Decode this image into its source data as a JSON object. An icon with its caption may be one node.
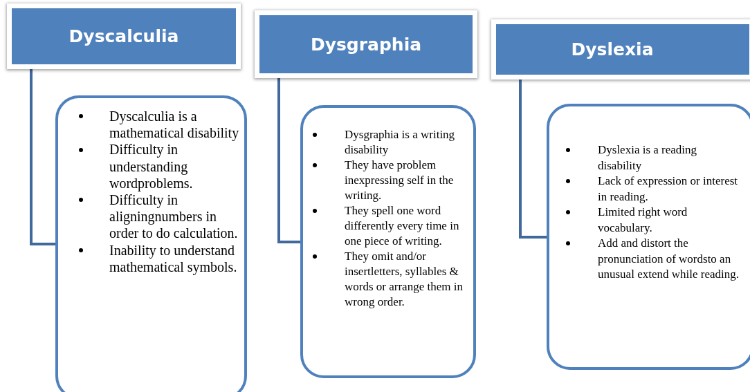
{
  "diagram": {
    "nodes": [
      {
        "text": [
          "Dyscalculia"
        ]
      },
      {
        "text": [
          "Dyscalculia is a mathematical disability",
          "Difficulty in understanding wordproblems.",
          "Difficulty in aligningnumbers in order to do calculation.",
          "Inability to understand mathematical symbols."
        ]
      },
      {
        "text": [
          "Dysgraphia"
        ]
      },
      {
        "text": [
          "Dysgraphia is a writing disability",
          "They have problem inexpressing self in the writing.",
          "They spell one word differently every time in one piece of writing.",
          "They omit and/or insertletters, syllables & words or arrange them in wrong order."
        ]
      },
      {
        "text": [
          "Dyslexia"
        ]
      },
      {
        "text": [
          "Dyslexia is a reading disability",
          "Lack of expression or interest in reading.",
          "Limited right word vocabulary.",
          "Add and distort the pronunciation of wordsto an unusual extend while reading."
        ]
      }
    ],
    "edges": [
      {
        "from": 0,
        "to": 1,
        "arrow": "none"
      },
      {
        "from": 2,
        "to": 3,
        "arrow": "none"
      },
      {
        "from": 4,
        "to": 5,
        "arrow": "none"
      }
    ]
  }
}
